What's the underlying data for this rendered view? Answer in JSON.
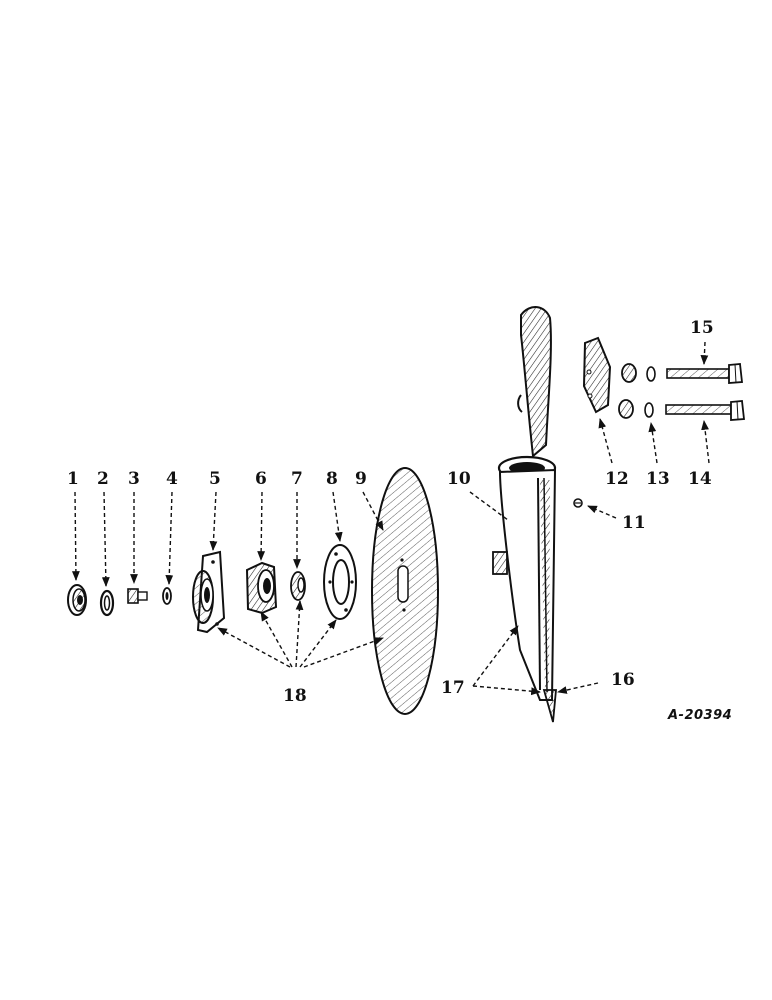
{
  "labels": {
    "p1": "1",
    "p2": "2",
    "p3": "3",
    "p4": "4",
    "p5": "5",
    "p6": "6",
    "p7": "7",
    "p8": "8",
    "p9": "9",
    "p10": "10",
    "p11": "11",
    "p12": "12",
    "p13": "13",
    "p14": "14",
    "p15": "15",
    "p16": "16",
    "p17": "17",
    "p18": "18"
  },
  "drawing_number": "A-20394"
}
